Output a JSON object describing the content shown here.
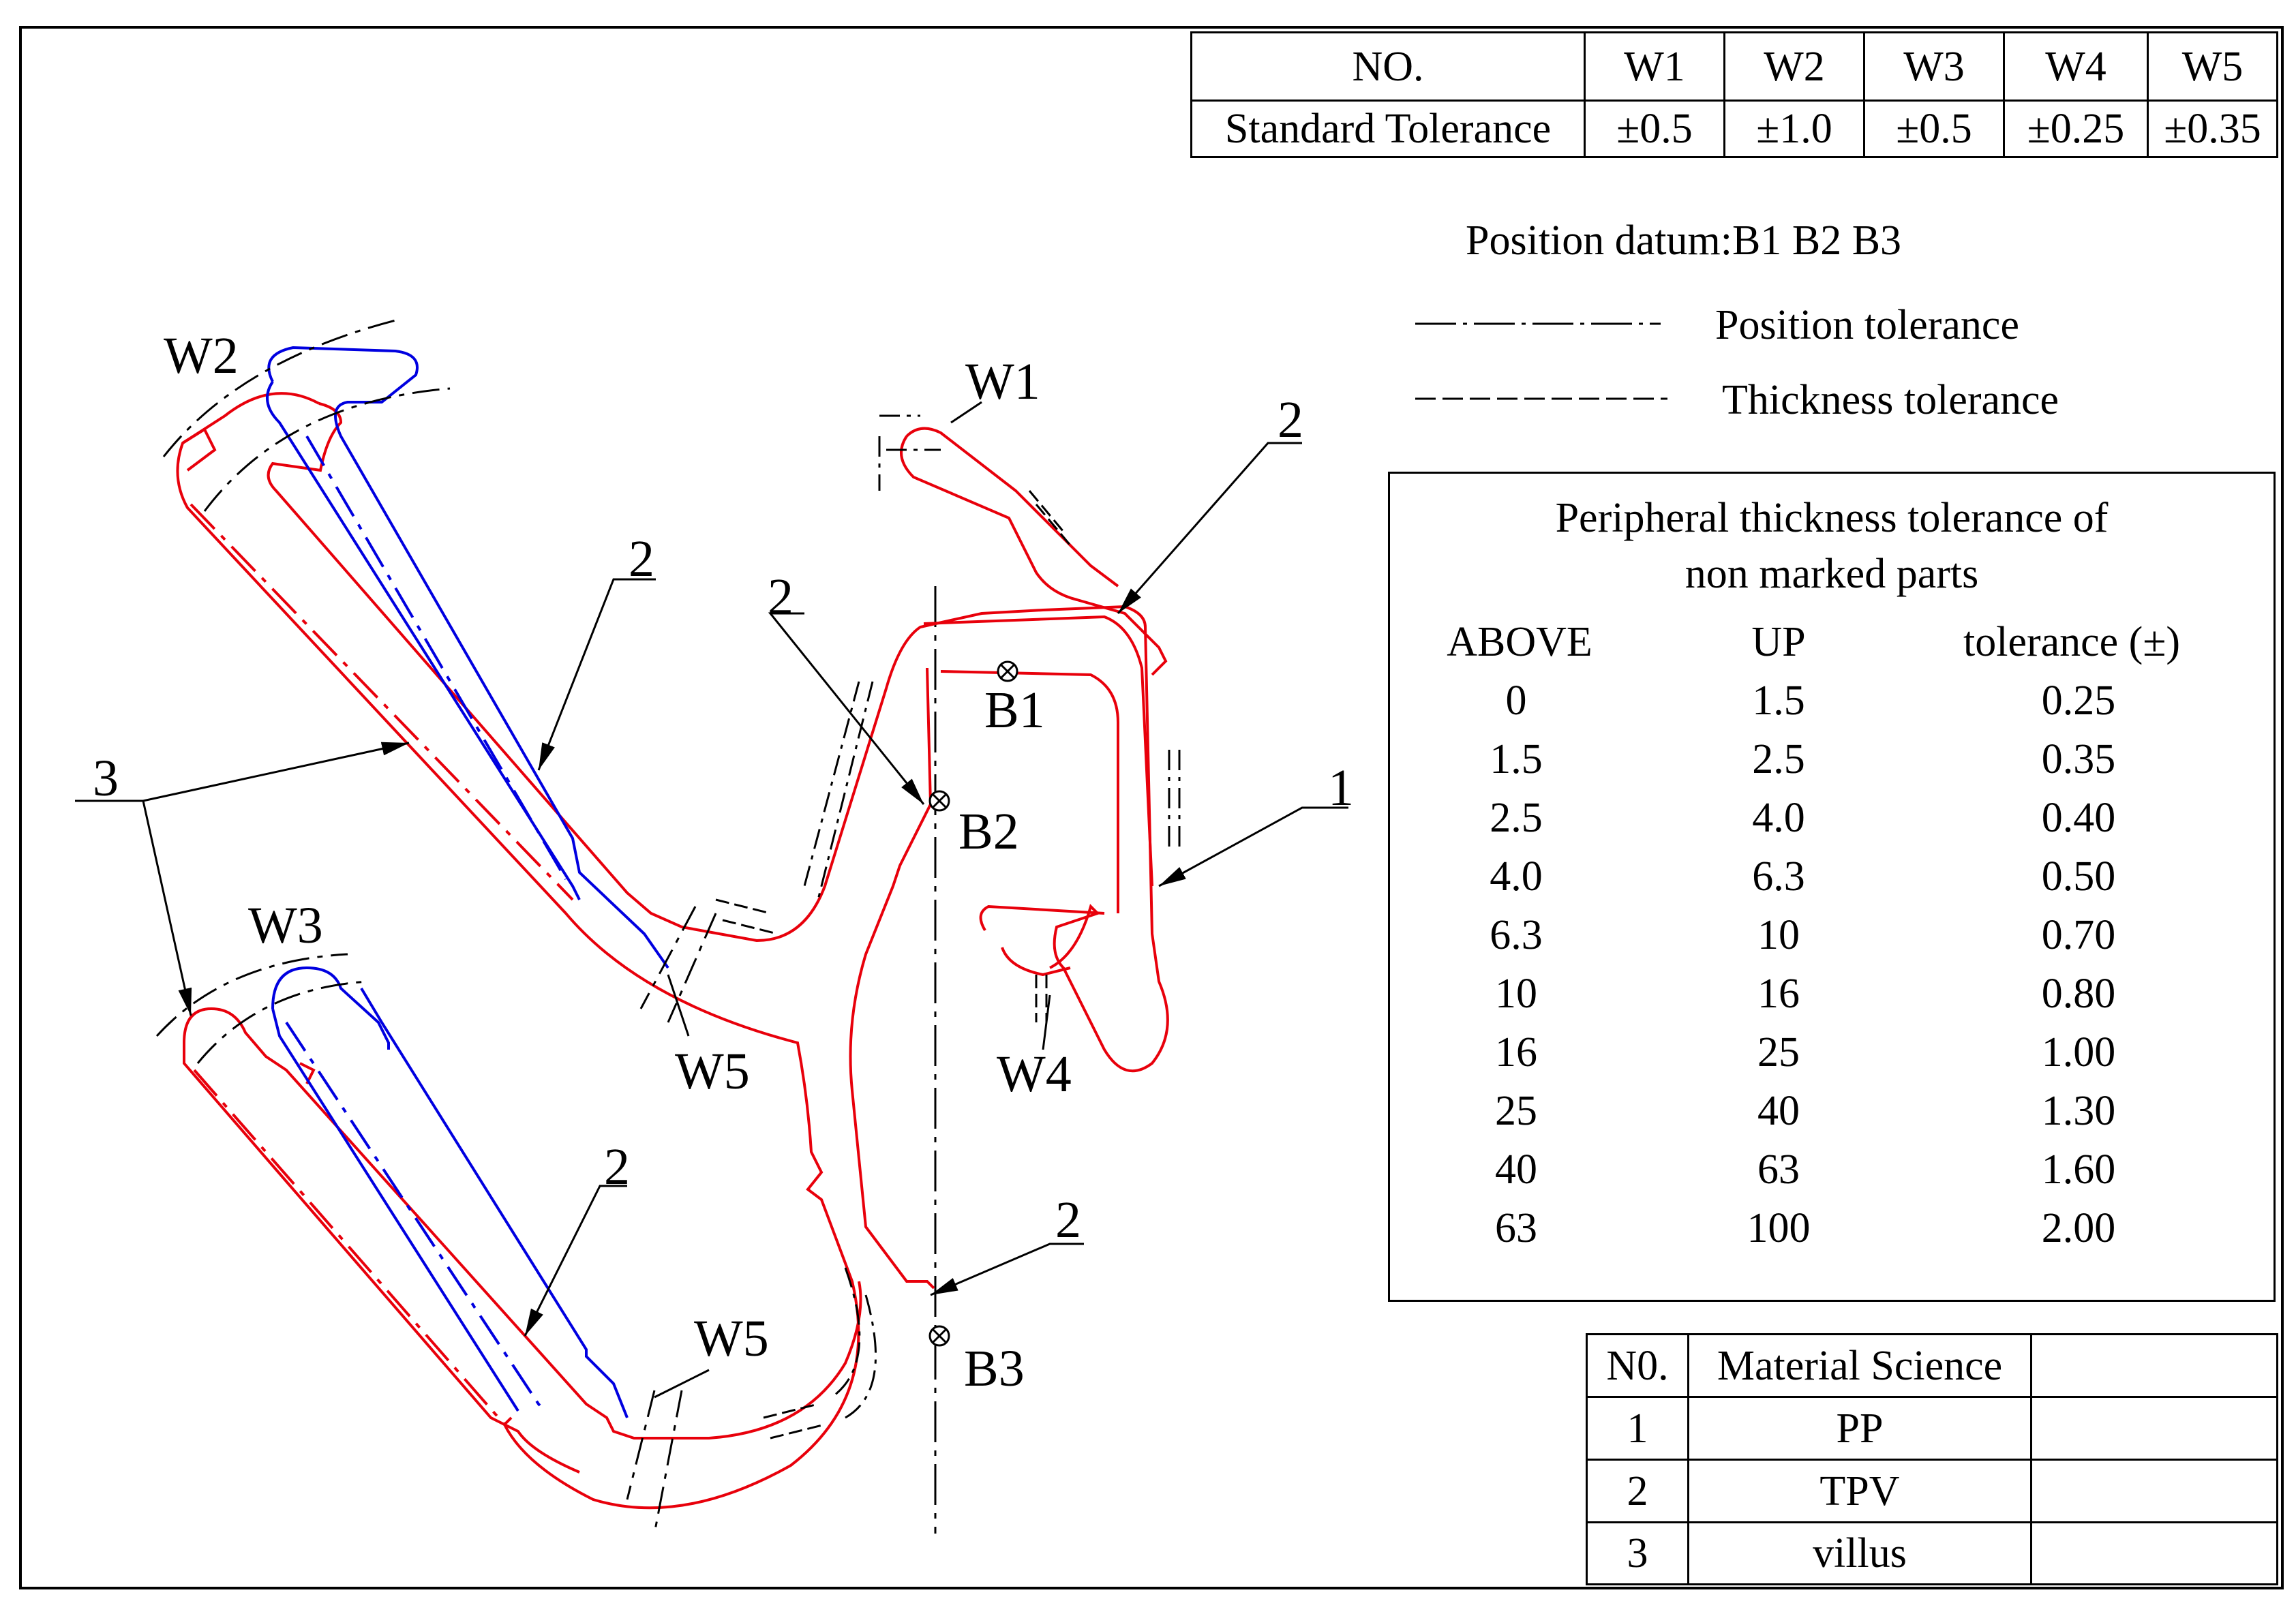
{
  "tolerance_table": {
    "headers": [
      "NO.",
      "W1",
      "W2",
      "W3",
      "W4",
      "W5"
    ],
    "row_label": "Standard Tolerance",
    "values": [
      "±0.5",
      "±1.0",
      "±0.5",
      "±0.25",
      "±0.35"
    ]
  },
  "legend": {
    "datum": "Position datum:B1  B2  B3",
    "position_tolerance": "Position tolerance",
    "thickness_tolerance": "Thickness tolerance"
  },
  "peripheral": {
    "title_line1": "Peripheral thickness tolerance of",
    "title_line2": "non marked parts",
    "headers": [
      "ABOVE",
      "UP",
      "tolerance (±)"
    ],
    "rows": [
      [
        "0",
        "1.5",
        "0.25"
      ],
      [
        "1.5",
        "2.5",
        "0.35"
      ],
      [
        "2.5",
        "4.0",
        "0.40"
      ],
      [
        "4.0",
        "6.3",
        "0.50"
      ],
      [
        "6.3",
        "10",
        "0.70"
      ],
      [
        "10",
        "16",
        "0.80"
      ],
      [
        "16",
        "25",
        "1.00"
      ],
      [
        "25",
        "40",
        "1.30"
      ],
      [
        "40",
        "63",
        "1.60"
      ],
      [
        "63",
        "100",
        "2.00"
      ]
    ]
  },
  "material_table": {
    "headers": [
      "N0.",
      "Material Science",
      ""
    ],
    "rows": [
      [
        "1",
        "PP",
        ""
      ],
      [
        "2",
        "TPV",
        ""
      ],
      [
        "3",
        "villus",
        ""
      ]
    ]
  },
  "drawing_labels": {
    "w1": "W1",
    "w2": "W2",
    "w3": "W3",
    "w4": "W4",
    "w5_upper": "W5",
    "w5_lower": "W5",
    "b1": "B1",
    "b2": "B2",
    "b3": "B3",
    "callout_1": "1",
    "callout_2_right": "2",
    "callout_2_upper": "2",
    "callout_2_center": "2",
    "callout_2_lower": "2",
    "callout_2_bottom": "2",
    "callout_3": "3"
  },
  "colors": {
    "profile_red": "#e8000b",
    "profile_blue": "#0000e0",
    "line_black": "#000000"
  }
}
